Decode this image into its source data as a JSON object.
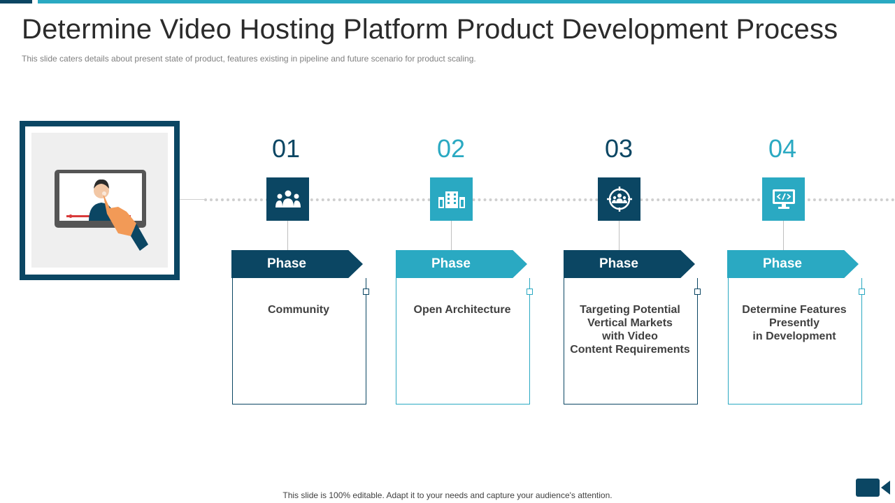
{
  "title": "Determine Video Hosting Platform Product Development Process",
  "subtitle": "This slide caters details about present state of  product, features existing in pipeline and future scenario for product scaling.",
  "hero": {
    "icon": "video-touch-icon"
  },
  "colors": {
    "dark": "#0b4663",
    "teal": "#2aa9c2",
    "text": "#404040"
  },
  "phases": [
    {
      "number": "01",
      "label": "Phase",
      "text": "Community",
      "icon": "team-icon"
    },
    {
      "number": "02",
      "label": "Phase",
      "text": "Open Architecture",
      "icon": "buildings-icon"
    },
    {
      "number": "03",
      "label": "Phase",
      "text": "Targeting Potential\nVertical Markets\nwith Video\nContent Requirements",
      "icon": "target-group-icon"
    },
    {
      "number": "04",
      "label": "Phase",
      "text": "Determine Features\nPresently\nin Development",
      "icon": "monitor-code-icon"
    }
  ],
  "footer": "This slide is 100% editable. Adapt it to your needs and capture your audience's attention."
}
